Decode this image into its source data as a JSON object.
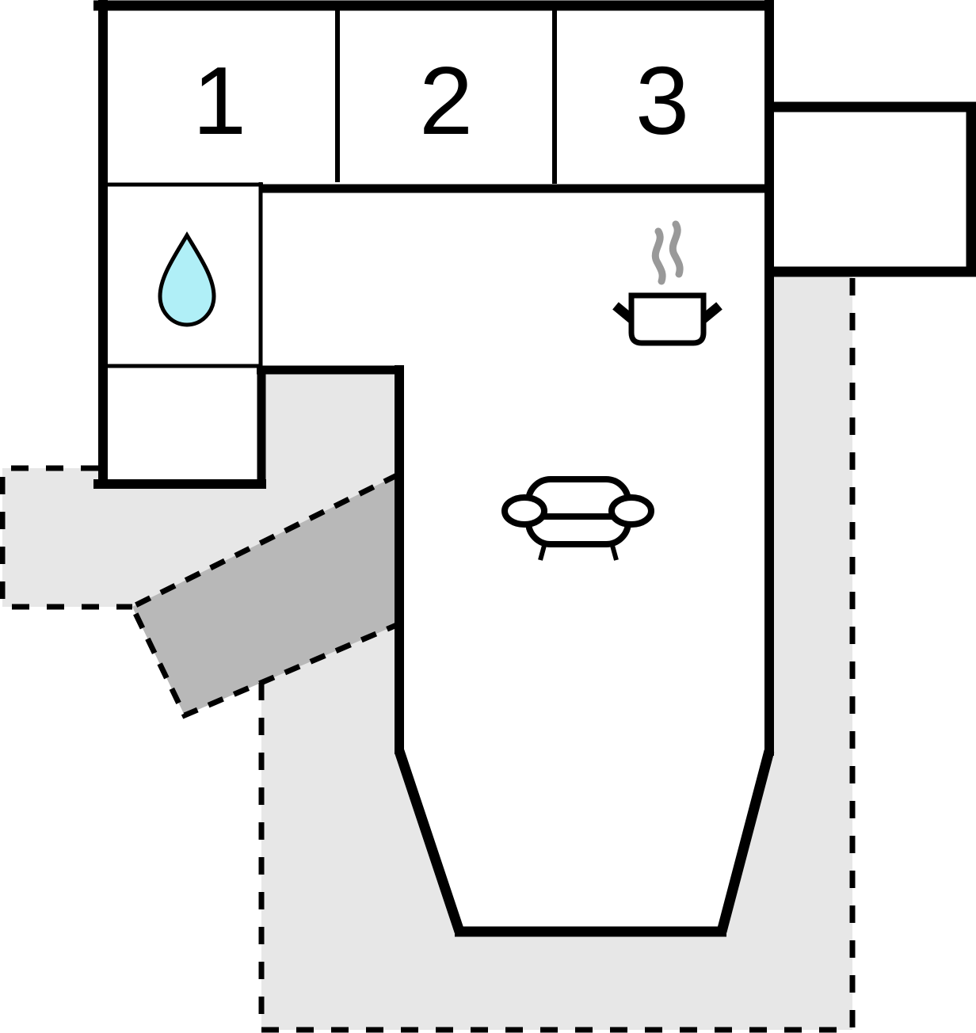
{
  "plan": {
    "title": "apartment-floor-plan",
    "rooms": [
      {
        "number": "1"
      },
      {
        "number": "2"
      },
      {
        "number": "3"
      }
    ],
    "icons": {
      "bathroom": "water-drop-icon",
      "kitchen": "cooking-pot-icon",
      "kitchen_steam": "steam-icon",
      "living_room": "sofa-icon"
    },
    "colors": {
      "wall": "#000000",
      "terrace": "#e7e7e7",
      "ramp": "#b8b8b8",
      "water": "#b0eff7",
      "steam": "#999999",
      "room_fill": "#ffffff"
    }
  }
}
